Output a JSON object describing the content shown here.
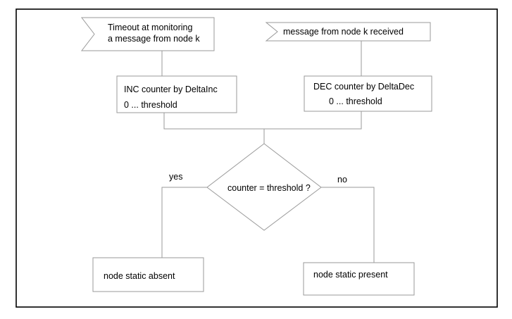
{
  "signals": {
    "timeout_line1": "Timeout at monitoring",
    "timeout_line2": "a message from node k",
    "received": "message from node k received"
  },
  "processes": {
    "inc_line1": "INC counter by DeltaInc",
    "inc_line2": "0 ... threshold",
    "dec_line1": "DEC counter by DeltaDec",
    "dec_line2": "0 ... threshold"
  },
  "decision": {
    "question": "counter = threshold ?",
    "yes": "yes",
    "no": "no"
  },
  "results": {
    "absent": "node static absent",
    "present": "node static present"
  }
}
